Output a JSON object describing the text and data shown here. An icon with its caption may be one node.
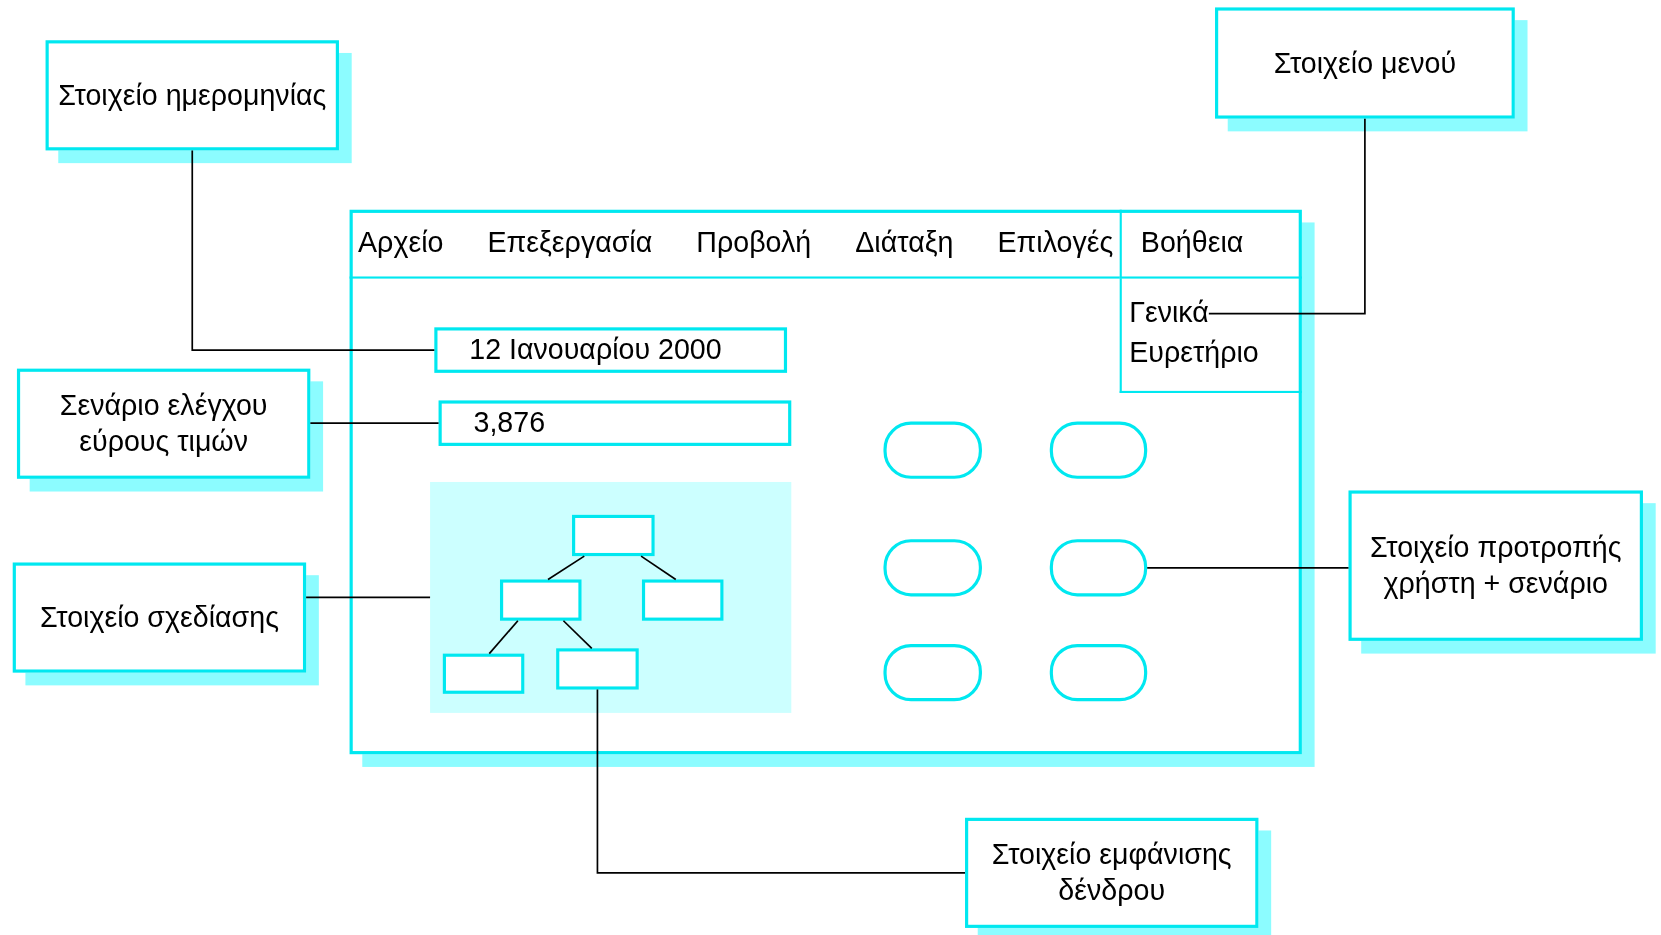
{
  "diagram": {
    "nodes": [
      {
        "text": [
          "Στοιχείο ημερομηνίας"
        ]
      },
      {
        "text": [
          "Στοιχείο μενού"
        ]
      },
      {
        "text": [
          "Σενάριο ελέγχου εύρους τιμών"
        ]
      },
      {
        "text": [
          "Στοιχείο σχεδίασης"
        ]
      },
      {
        "text": [
          "Στοιχείο προτροπής χρήστη + σενάριο"
        ]
      },
      {
        "text": [
          "Στοιχείο εμφάνισης δένδρου"
        ]
      },
      {
        "text": [],
        "shape": "box"
      },
      {
        "text": [
          "Αρχείο",
          "Επεξεργασία",
          "Προβολή",
          "Διάταξη",
          "Επιλογές"
        ],
        "in": 6
      },
      {
        "text": [
          "Βοήθεια"
        ],
        "in": 6
      },
      {
        "text": [],
        "shape": "box",
        "in": 6
      },
      {
        "text": [
          "Γενικά"
        ],
        "in": 9
      },
      {
        "text": [
          "Ευρετήριο"
        ],
        "in": 9
      },
      {
        "text": [
          "12 Ιανουαρίου 2000"
        ],
        "in": 6
      },
      {
        "text": [
          "3,876"
        ],
        "in": 6
      },
      {
        "text": [],
        "shape": "box",
        "in": 6
      },
      {
        "text": [],
        "shape": "box",
        "in": 14
      },
      {
        "text": [],
        "shape": "box",
        "in": 14
      },
      {
        "text": [],
        "shape": "box",
        "in": 14
      },
      {
        "text": [],
        "shape": "box",
        "in": 14
      },
      {
        "text": [],
        "shape": "box",
        "in": 14
      },
      {
        "text": [],
        "shape": "box",
        "in": 6
      },
      {
        "text": [],
        "shape": "box",
        "in": 6
      },
      {
        "text": [],
        "shape": "box",
        "in": 6
      },
      {
        "text": [],
        "shape": "box",
        "in": 6
      },
      {
        "text": [],
        "shape": "box",
        "in": 6
      },
      {
        "text": [],
        "shape": "box",
        "in": 6
      }
    ],
    "edges": [
      {
        "from": 0,
        "to": 12,
        "arrow": "none"
      },
      {
        "from": 1,
        "to": 10,
        "arrow": "none"
      },
      {
        "from": 2,
        "to": 13,
        "arrow": "none"
      },
      {
        "from": 3,
        "to": 14,
        "arrow": "none"
      },
      {
        "from": 4,
        "to": 23,
        "arrow": "none"
      },
      {
        "from": 5,
        "to": 19,
        "arrow": "none"
      },
      {
        "from": 15,
        "to": 16,
        "arrow": "none"
      },
      {
        "from": 15,
        "to": 17,
        "arrow": "none"
      },
      {
        "from": 16,
        "to": 18,
        "arrow": "none"
      },
      {
        "from": 16,
        "to": 19,
        "arrow": "none"
      }
    ]
  }
}
